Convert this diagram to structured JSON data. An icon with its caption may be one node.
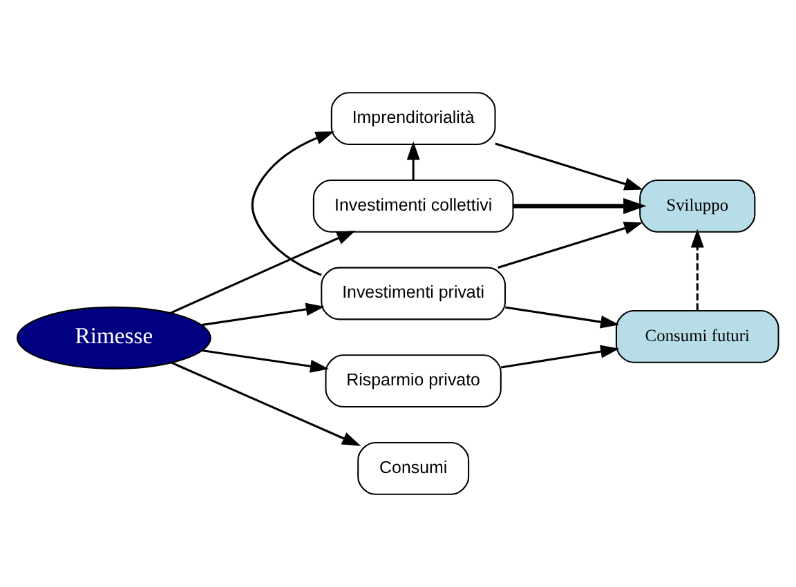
{
  "diagram": {
    "nodes": [
      {
        "text": [
          "Imprenditorialità"
        ]
      },
      {
        "text": [
          "Investimenti collettivi"
        ]
      },
      {
        "text": [
          "Sviluppo"
        ]
      },
      {
        "text": [
          "Investimenti privati"
        ]
      },
      {
        "text": [
          "Risparmio privato"
        ]
      },
      {
        "text": [
          "Consumi futuri"
        ]
      },
      {
        "text": [
          "Consumi"
        ]
      },
      {
        "text": [
          "Rimesse"
        ]
      }
    ],
    "edges": [
      {
        "from": 7,
        "to": 1,
        "arrow": "to"
      },
      {
        "from": 7,
        "to": 3,
        "arrow": "to"
      },
      {
        "from": 7,
        "to": 4,
        "arrow": "to"
      },
      {
        "from": 7,
        "to": 6,
        "arrow": "to"
      },
      {
        "from": 1,
        "to": 0,
        "arrow": "to"
      },
      {
        "from": 3,
        "to": 0,
        "arrow": "to"
      },
      {
        "from": 0,
        "to": 2,
        "arrow": "to"
      },
      {
        "from": 1,
        "to": 2,
        "arrow": "to",
        "style": "thick"
      },
      {
        "from": 3,
        "to": 2,
        "arrow": "to"
      },
      {
        "from": 3,
        "to": 5,
        "arrow": "to"
      },
      {
        "from": 4,
        "to": 5,
        "arrow": "to"
      },
      {
        "from": 5,
        "to": 2,
        "arrow": "to",
        "style": "dashed"
      }
    ]
  }
}
